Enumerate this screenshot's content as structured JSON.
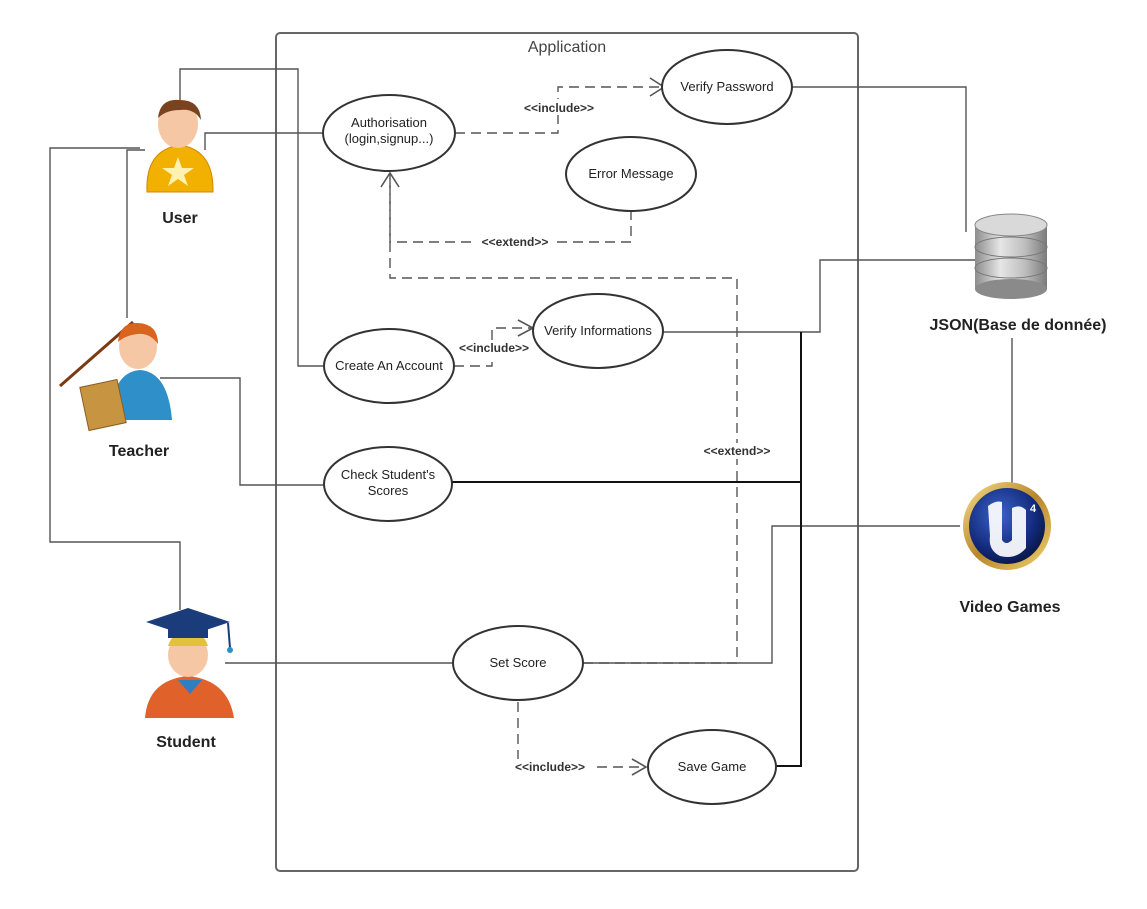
{
  "system": {
    "title": "Application"
  },
  "actors": {
    "user": "User",
    "teacher": "Teacher",
    "student": "Student",
    "database": "JSON(Base de donnée)",
    "video_games": "Video Games"
  },
  "use_cases": {
    "authorisation_line1": "Authorisation",
    "authorisation_line2": "(login,signup...)",
    "verify_password": "Verify Password",
    "error_message": "Error Message",
    "create_account": "Create An Account",
    "verify_informations": "Verify Informations",
    "check_scores_line1": "Check Student's",
    "check_scores_line2": "Scores",
    "set_score": "Set Score",
    "save_game": "Save Game"
  },
  "relations": {
    "include_password": "<<include>>",
    "extend_error": "<<extend>>",
    "include_verify": "<<include>>",
    "extend_setscore": "<<extend>>",
    "include_save": "<<include>>"
  },
  "colors": {
    "frame": "#666666",
    "line": "#555555",
    "dark_line": "#111111",
    "ellipse_stroke": "#333333"
  },
  "icons": {
    "user": "user-avatar-icon",
    "teacher": "teacher-avatar-icon",
    "student": "student-avatar-icon",
    "database": "database-icon",
    "video_games": "unreal-engine-icon"
  }
}
